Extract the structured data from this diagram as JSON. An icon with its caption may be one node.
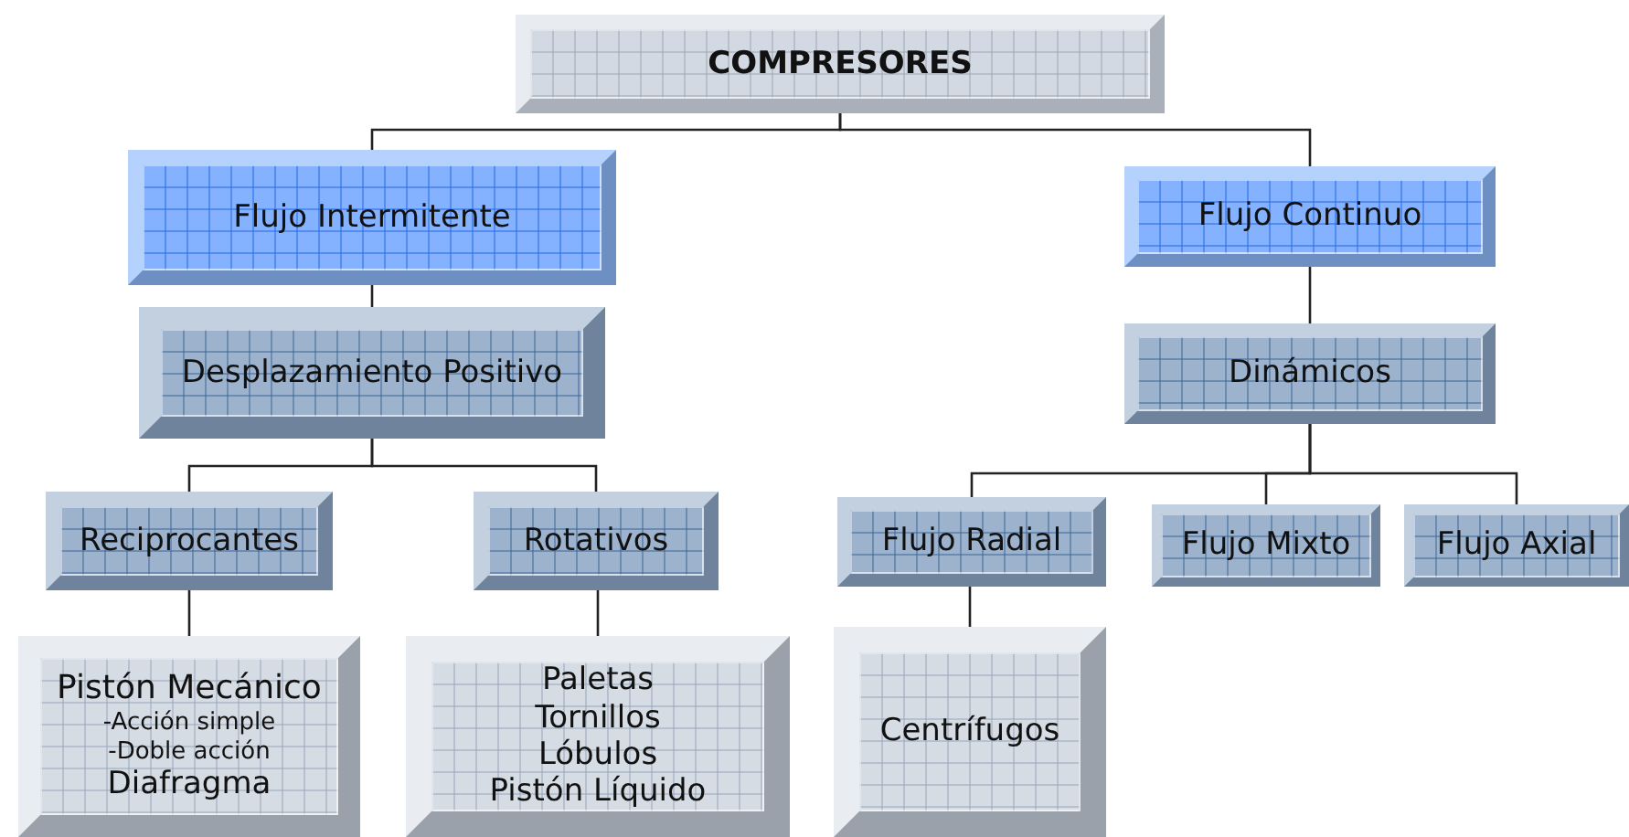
{
  "diagram": {
    "nodes": [
      {
        "text": [
          "COMPRESORES"
        ]
      },
      {
        "text": [
          "Flujo Intermitente"
        ]
      },
      {
        "text": [
          "Flujo Continuo"
        ]
      },
      {
        "text": [
          "Desplazamiento Positivo"
        ]
      },
      {
        "text": [
          "Dinámicos"
        ]
      },
      {
        "text": [
          "Reciprocantes"
        ]
      },
      {
        "text": [
          "Rotativos"
        ]
      },
      {
        "text": [
          "Flujo Radial"
        ]
      },
      {
        "text": [
          "Flujo Mixto"
        ]
      },
      {
        "text": [
          "Flujo Axial"
        ]
      },
      {
        "text": [
          "Pistón Mecánico",
          "-Acción simple",
          "-Doble acción",
          "Diafragma"
        ]
      },
      {
        "text": [
          "Paletas",
          "Tornillos",
          "Lóbulos",
          "Pistón Líquido"
        ]
      },
      {
        "text": [
          "Centrífugos"
        ]
      }
    ],
    "edges": [
      {
        "from": 0,
        "to": 1,
        "arrow": "none"
      },
      {
        "from": 0,
        "to": 2,
        "arrow": "none"
      },
      {
        "from": 1,
        "to": 3,
        "arrow": "none"
      },
      {
        "from": 2,
        "to": 4,
        "arrow": "none"
      },
      {
        "from": 3,
        "to": 5,
        "arrow": "none"
      },
      {
        "from": 3,
        "to": 6,
        "arrow": "none"
      },
      {
        "from": 4,
        "to": 7,
        "arrow": "none"
      },
      {
        "from": 4,
        "to": 8,
        "arrow": "none"
      },
      {
        "from": 4,
        "to": 9,
        "arrow": "none"
      },
      {
        "from": 5,
        "to": 10,
        "arrow": "none"
      },
      {
        "from": 6,
        "to": 11,
        "arrow": "none"
      },
      {
        "from": 7,
        "to": 12,
        "arrow": "none"
      }
    ]
  }
}
